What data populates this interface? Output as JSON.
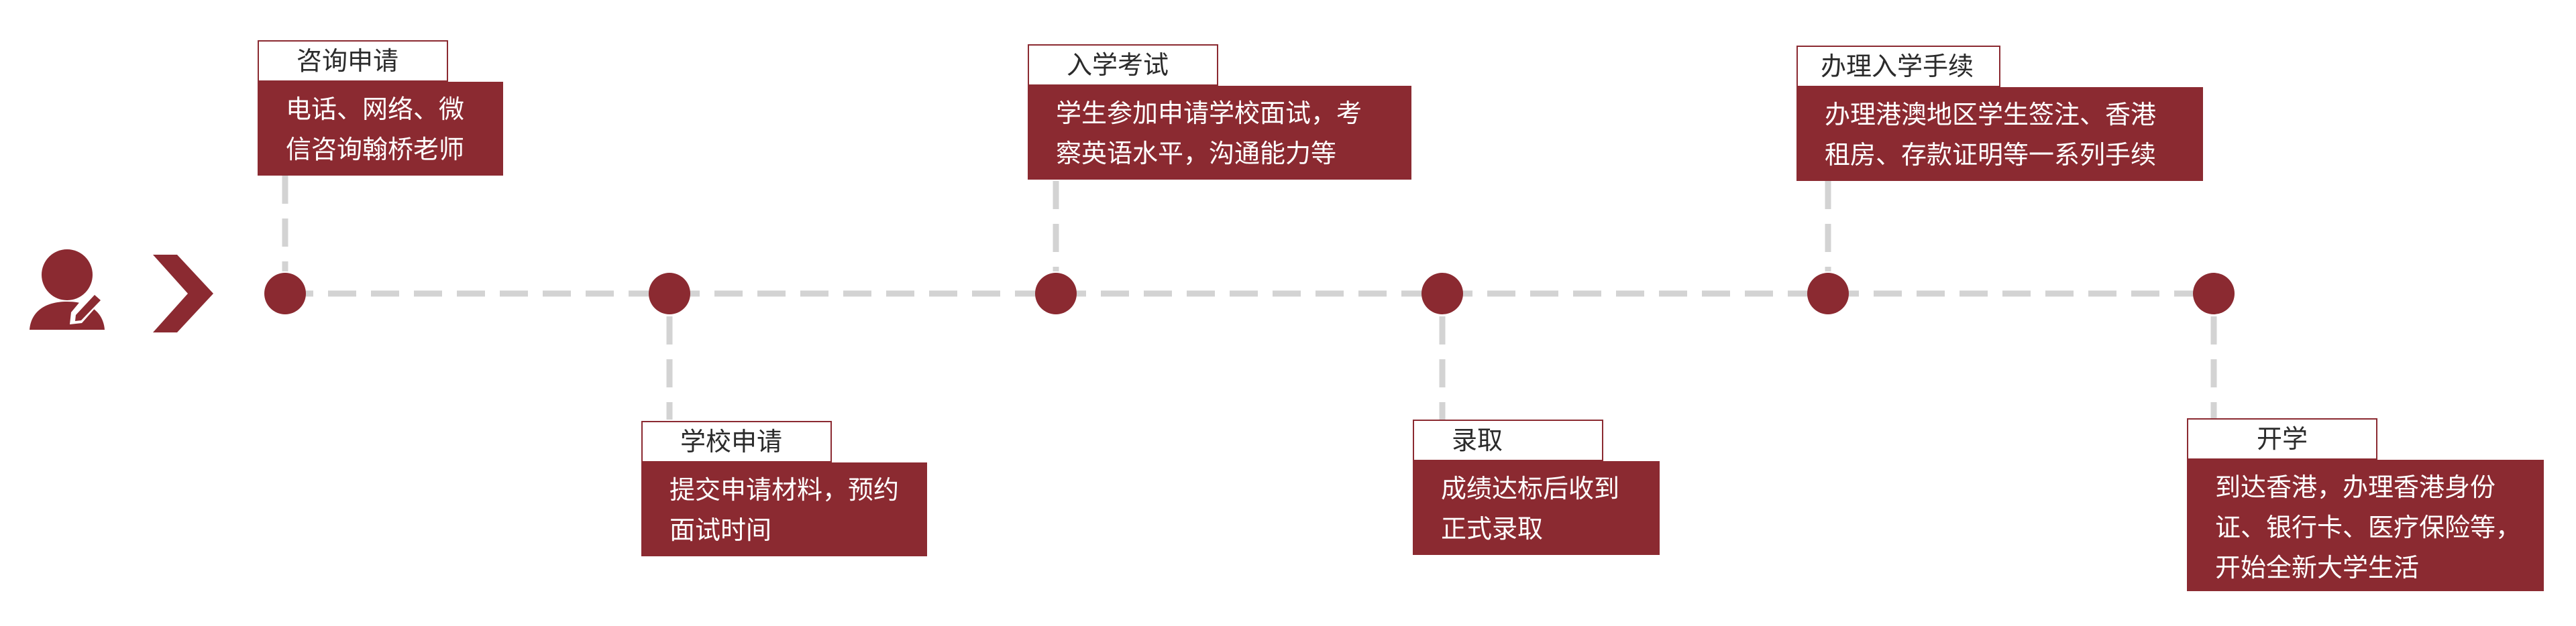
{
  "colors": {
    "accent": "#8B2A31",
    "connector": "#D3D3D3",
    "tag_text": "#2b2b2b",
    "box_text": "#ffffff"
  },
  "icons": {
    "person": "person-with-pen-icon",
    "arrow": "chevron-right-icon"
  },
  "steps": [
    {
      "title": "咨询申请",
      "lines": [
        "电话、网络、微",
        "信咨询翰桥老师"
      ]
    },
    {
      "title": "学校申请",
      "lines": [
        "提交申请材料，预约",
        "面试时间"
      ]
    },
    {
      "title": "入学考试",
      "lines": [
        "学生参加申请学校面试，考",
        "察英语水平，沟通能力等"
      ]
    },
    {
      "title": "录取",
      "lines": [
        "成绩达标后收到",
        "正式录取"
      ]
    },
    {
      "title": "办理入学手续",
      "lines": [
        "办理港澳地区学生签注、香港",
        "租房、存款证明等一系列手续"
      ]
    },
    {
      "title": "开学",
      "lines": [
        "到达香港，办理香港身份",
        "证、银行卡、医疗保险等，",
        "开始全新大学生活"
      ]
    }
  ]
}
